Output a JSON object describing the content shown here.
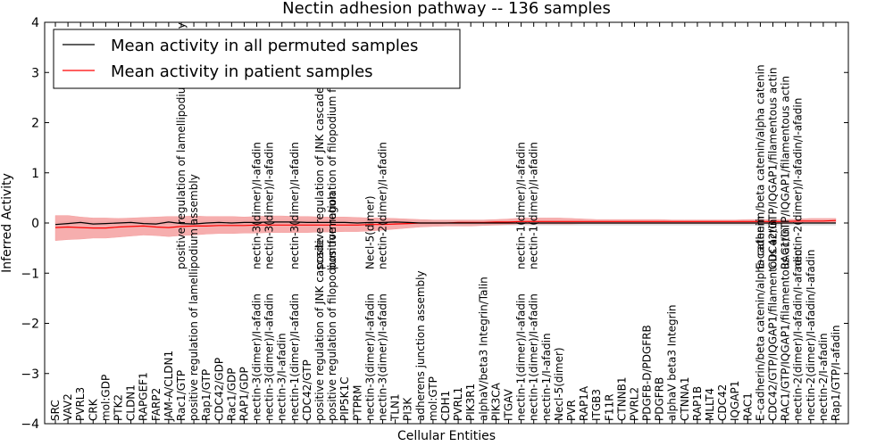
{
  "chart_data": {
    "type": "line",
    "title": "Nectin adhesion pathway -- 136 samples",
    "xlabel": "Cellular Entities",
    "ylabel": "Inferred Activity",
    "ylim": [
      -4,
      4
    ],
    "yticks": [
      "4",
      "3",
      "2",
      "1",
      "0",
      "−1",
      "−2",
      "−3",
      "−4"
    ],
    "grid": false,
    "legend_position": "top-left",
    "colors": {
      "permuted": "#000000",
      "patient": "#ff0000",
      "patient_band": "#f4a0a0",
      "permuted_band": "#c8c8c8"
    },
    "legend": [
      {
        "label": "Mean activity in all permuted samples",
        "color": "#000000"
      },
      {
        "label": "Mean activity in patient samples",
        "color": "#ff0000"
      }
    ],
    "entities": [
      "SRC",
      "VAV2",
      "PVRL3",
      "CRK",
      "mol:GDP",
      "PTK2",
      "CLDN1",
      "RAPGEF1",
      "FARP2",
      "JAM-A/CLDN1",
      "Rac1/GTP",
      "positive regulation of lamellipodium assembly",
      "Rap1/GTP",
      "CDC42/GDP",
      "Rac1/GDP",
      "RAP1/GDP",
      "nectin-3(dimer)/I-afadin",
      "nectin-3(dimer)/I-afadin",
      "nectin-3/I-afadin",
      "nectin-1(dimer)/I-afadin",
      "CDC42/GTP",
      "positive regulation of JNK cascade",
      "positive regulation of filopodium formation",
      "PIP5K1C",
      "PTPRM",
      "nectin-3(dimer)/I-afadin",
      "nectin-3(dimer)/I-afadin",
      "TLN1",
      "PI3K",
      "adherens junction assembly",
      "mol:GTP",
      "CDH1",
      "PVRL1",
      "PIK3R1",
      "alphaV/beta3 Integrin/Talin",
      "PIK3CA",
      "ITGAV",
      "nectin-1(dimer)/I-afadin",
      "nectin-1(dimer)/I-afadin",
      "nectin-1/I-afadin",
      "Necl-5(dimer)",
      "PVR",
      "RAP1A",
      "ITGB3",
      "F11R",
      "CTNNB1",
      "PVRL2",
      "PDGFB-D/PDGFRB",
      "PDGFRB",
      "alphaV beta3 Integrin",
      "CTNNA1",
      "RAP1B",
      "MLLT4",
      "CDC42",
      "IQGAP1",
      "RAC1",
      "E-cadherin/beta catenin/alpha catenin",
      "CDC42/GTP/IQGAP1/filamentous actin",
      "RAC1/GTP/IQGAP1/filamentous actin",
      "nectin-2(dimer)/I-afadin/I-afadin",
      "nectin-2(dimer)/I-afadin/I-afadin",
      "nectin-2/I-afadin",
      "Rap1/GTP/I-afadin"
    ],
    "upper_labels": [
      {
        "index": 10,
        "text": "positive regulation of lamellipodium assembly"
      },
      {
        "index": 16,
        "text": "nectin-3(dimer)/I-afadin"
      },
      {
        "index": 17,
        "text": "nectin-3(dimer)/I-afadin"
      },
      {
        "index": 19,
        "text": "nectin-3(dimer)/I-afadin"
      },
      {
        "index": 21,
        "text": "positive regulation of JNK cascade"
      },
      {
        "index": 22,
        "text": "positive regulation of filopodium formation"
      },
      {
        "index": 25,
        "text": "Necl-5(dimer)"
      },
      {
        "index": 26,
        "text": "nectin-2(dimer)/I-afadin"
      },
      {
        "index": 37,
        "text": "nectin-1(dimer)/I-afadin"
      },
      {
        "index": 38,
        "text": "nectin-1(dimer)/I-afadin"
      },
      {
        "index": 56,
        "text": "E-cadherin/beta catenin/alpha catenin"
      },
      {
        "index": 57,
        "text": "CDC42/GTP/IQGAP1/filamentous actin"
      },
      {
        "index": 58,
        "text": "RAC1/GTP/IQGAP1/filamentous actin"
      },
      {
        "index": 59,
        "text": "nectin-2(dimer)/I-afadin/I-afadin"
      }
    ],
    "series": [
      {
        "name": "Mean activity in all permuted samples",
        "values": [
          -0.03,
          -0.01,
          0.01,
          -0.02,
          -0.01,
          0.0,
          0.01,
          -0.01,
          -0.02,
          0.02,
          -0.01,
          -0.02,
          0.0,
          0.01,
          0.0,
          0.01,
          0.01,
          0.02,
          0.02,
          0.02,
          0.01,
          0.01,
          0.01,
          0.01,
          0.0,
          0.01,
          0.01,
          0.02,
          0.01,
          0.0,
          0.0,
          0.0,
          0.0,
          0.0,
          0.0,
          0.0,
          0.0,
          0.0,
          0.0,
          0.0,
          0.0,
          0.0,
          0.0,
          0.0,
          0.0,
          0.0,
          0.0,
          0.0,
          0.0,
          0.0,
          0.0,
          0.0,
          0.0,
          0.0,
          0.0,
          0.0,
          0.0,
          0.0,
          0.0,
          0.0,
          0.0,
          0.0,
          0.0
        ]
      },
      {
        "name": "Mean activity in patient samples",
        "values": [
          -0.09,
          -0.08,
          -0.09,
          -0.1,
          -0.1,
          -0.08,
          -0.07,
          -0.06,
          -0.08,
          -0.09,
          -0.07,
          -0.06,
          -0.06,
          -0.05,
          -0.05,
          -0.05,
          -0.04,
          -0.04,
          -0.04,
          -0.04,
          -0.04,
          -0.04,
          -0.04,
          -0.04,
          -0.04,
          -0.03,
          -0.03,
          -0.02,
          -0.01,
          0.0,
          0.0,
          0.0,
          0.01,
          0.01,
          0.01,
          0.02,
          0.02,
          0.03,
          0.03,
          0.03,
          0.03,
          0.03,
          0.03,
          0.03,
          0.03,
          0.03,
          0.03,
          0.03,
          0.03,
          0.03,
          0.03,
          0.03,
          0.03,
          0.03,
          0.03,
          0.03,
          0.03,
          0.03,
          0.03,
          0.04,
          0.04,
          0.04,
          0.05
        ],
        "band_upper": [
          0.15,
          0.15,
          0.12,
          0.1,
          0.1,
          0.09,
          0.1,
          0.11,
          0.12,
          0.13,
          0.13,
          0.14,
          0.13,
          0.13,
          0.13,
          0.12,
          0.13,
          0.14,
          0.14,
          0.13,
          0.13,
          0.12,
          0.12,
          0.12,
          0.11,
          0.1,
          0.1,
          0.09,
          0.08,
          0.07,
          0.06,
          0.06,
          0.06,
          0.06,
          0.06,
          0.07,
          0.08,
          0.1,
          0.1,
          0.1,
          0.1,
          0.09,
          0.08,
          0.07,
          0.07,
          0.07,
          0.07,
          0.07,
          0.07,
          0.06,
          0.06,
          0.06,
          0.06,
          0.06,
          0.06,
          0.07,
          0.07,
          0.07,
          0.07,
          0.08,
          0.09,
          0.09,
          0.09
        ],
        "band_lower": [
          -0.35,
          -0.33,
          -0.32,
          -0.3,
          -0.3,
          -0.28,
          -0.26,
          -0.24,
          -0.25,
          -0.27,
          -0.25,
          -0.24,
          -0.22,
          -0.21,
          -0.21,
          -0.2,
          -0.2,
          -0.19,
          -0.19,
          -0.19,
          -0.19,
          -0.18,
          -0.18,
          -0.17,
          -0.17,
          -0.16,
          -0.14,
          -0.12,
          -0.1,
          -0.08,
          -0.07,
          -0.06,
          -0.06,
          -0.06,
          -0.05,
          -0.04,
          -0.03,
          -0.02,
          -0.02,
          -0.02,
          -0.02,
          -0.02,
          -0.01,
          -0.01,
          -0.01,
          -0.01,
          -0.01,
          -0.01,
          -0.01,
          -0.01,
          -0.01,
          -0.01,
          -0.01,
          -0.01,
          -0.01,
          -0.01,
          -0.01,
          -0.01,
          -0.01,
          0.0,
          0.0,
          0.01,
          0.01
        ]
      }
    ]
  }
}
